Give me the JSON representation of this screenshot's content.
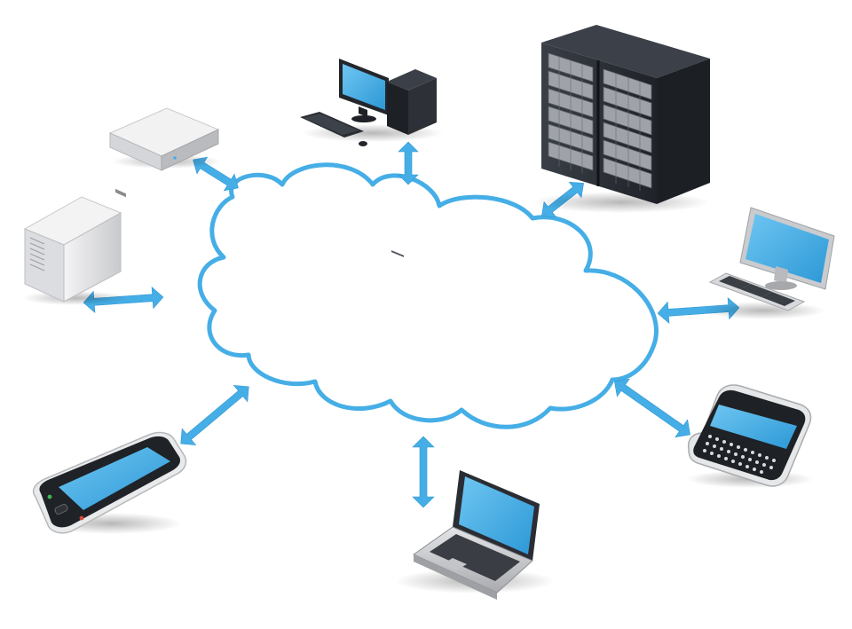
{
  "colors": {
    "cloud_outline": "#46aee6",
    "arrow": "#46aee6",
    "screen": "#3aa9e6",
    "device_dark": "#2b2f36",
    "device_light": "#e9eaec"
  },
  "nodes": [
    {
      "id": "rack-server",
      "icon": "server-rack-icon"
    },
    {
      "id": "desktop-computer",
      "icon": "desktop-computer-icon"
    },
    {
      "id": "network-switch",
      "icon": "network-appliance-icon"
    },
    {
      "id": "tower-server",
      "icon": "tower-server-icon"
    },
    {
      "id": "monitor-keyboard",
      "icon": "monitor-keyboard-icon"
    },
    {
      "id": "qwerty-phone",
      "icon": "qwerty-phone-icon"
    },
    {
      "id": "laptop",
      "icon": "laptop-icon"
    },
    {
      "id": "smartphone",
      "icon": "smartphone-icon"
    }
  ],
  "edges": [
    {
      "from": "cloud",
      "to": "rack-server",
      "bidirectional": true
    },
    {
      "from": "cloud",
      "to": "desktop-computer",
      "bidirectional": true
    },
    {
      "from": "cloud",
      "to": "network-switch",
      "bidirectional": true
    },
    {
      "from": "cloud",
      "to": "tower-server",
      "bidirectional": true
    },
    {
      "from": "cloud",
      "to": "monitor-keyboard",
      "bidirectional": true
    },
    {
      "from": "cloud",
      "to": "qwerty-phone",
      "bidirectional": true
    },
    {
      "from": "cloud",
      "to": "laptop",
      "bidirectional": true
    },
    {
      "from": "cloud",
      "to": "smartphone",
      "bidirectional": true
    }
  ]
}
